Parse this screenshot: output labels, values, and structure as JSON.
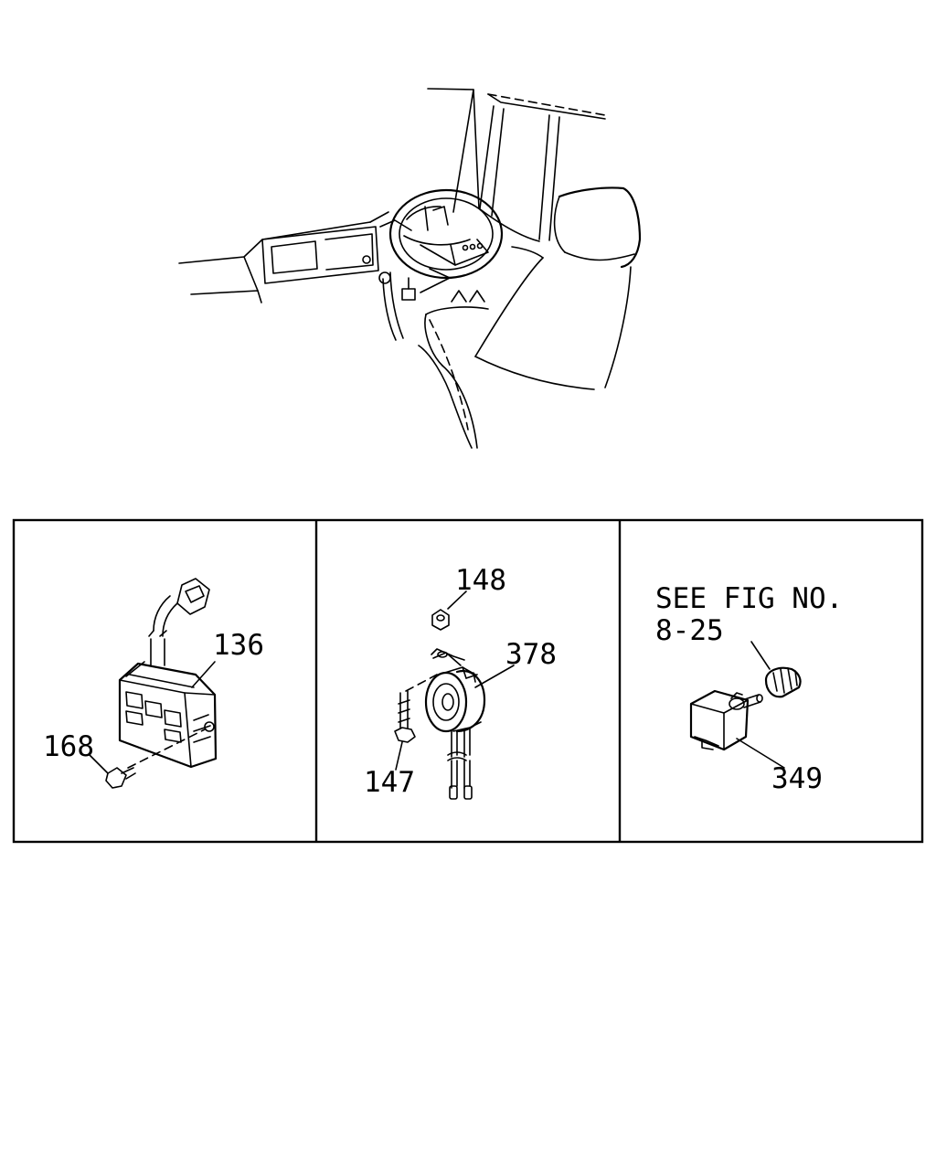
{
  "callouts": {
    "p136": "136",
    "p168": "168",
    "p148": "148",
    "p378": "378",
    "p147": "147",
    "p349": "349"
  },
  "reference": {
    "line1": "SEE FIG NO.",
    "line2": "8-25"
  }
}
